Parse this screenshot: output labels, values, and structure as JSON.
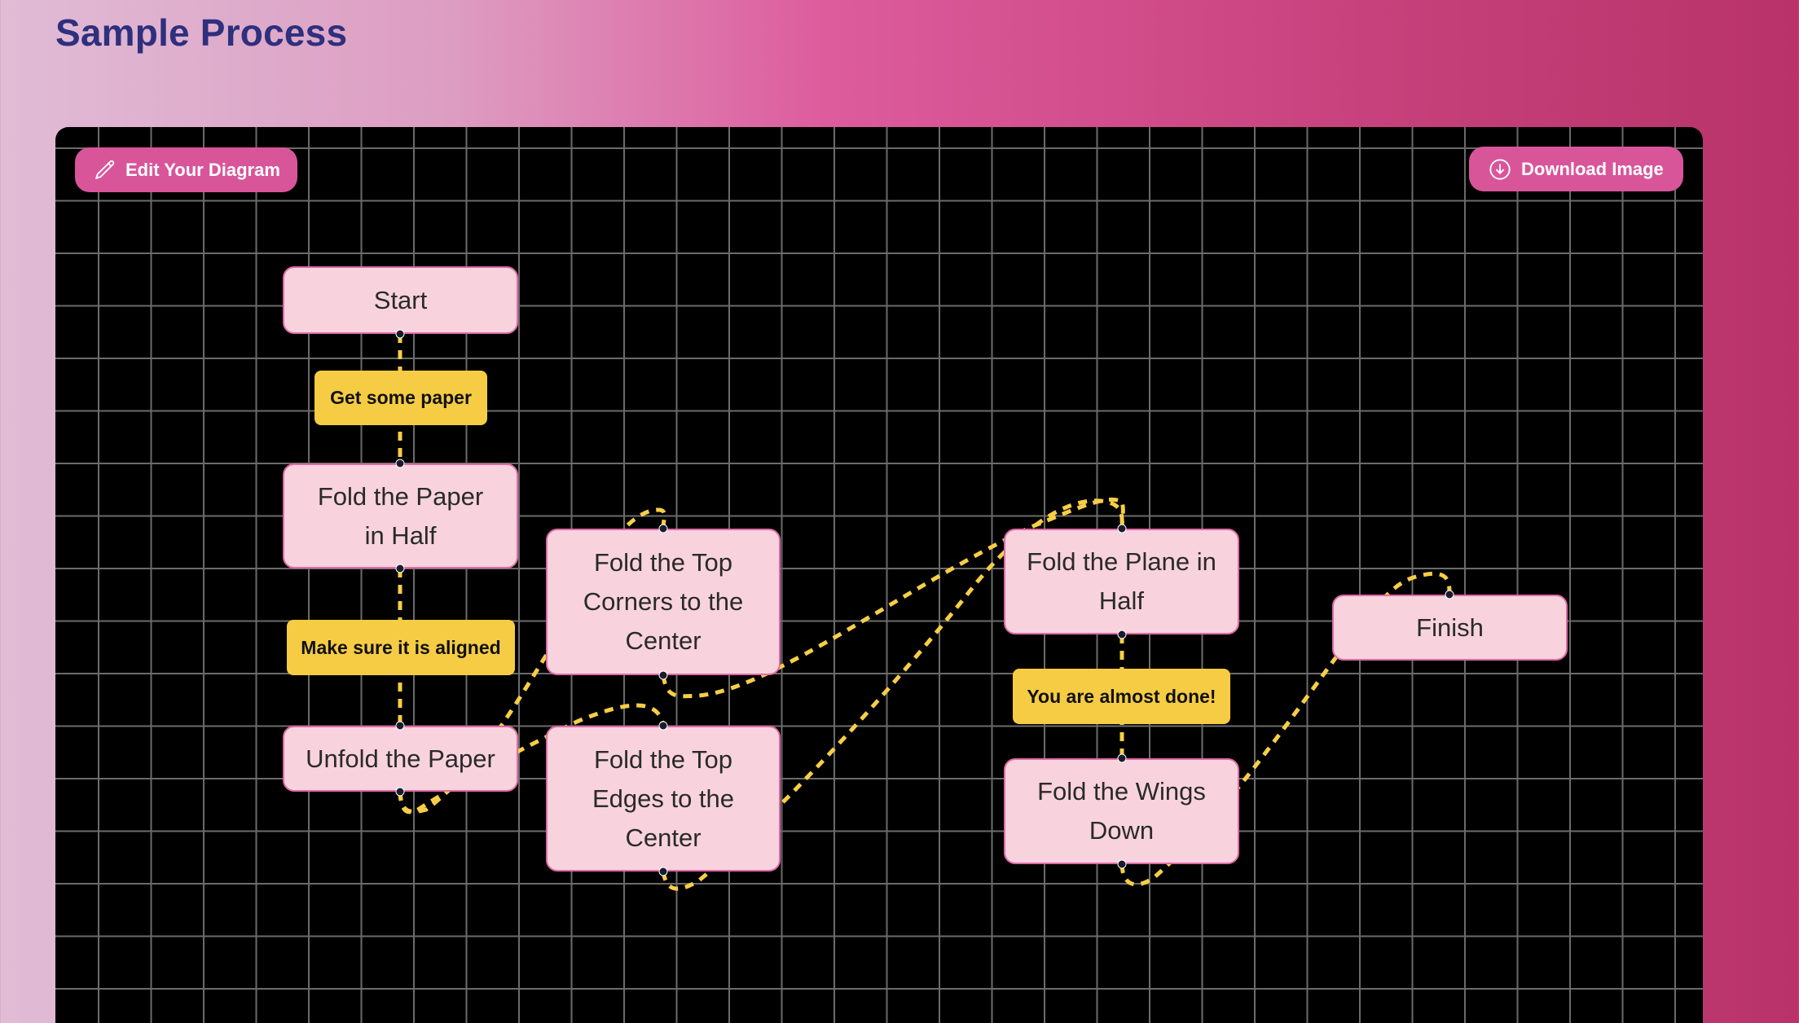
{
  "page": {
    "title": "Sample Process"
  },
  "toolbar": {
    "edit_label": "Edit Your Diagram",
    "edit_icon": "pencil-icon",
    "download_label": "Download Image",
    "download_icon": "download-circle-icon"
  },
  "colors": {
    "node_fill": "#F8D3DE",
    "node_border": "#E06AA6",
    "edge": "#F7CE46",
    "edge_label_fill": "#F6CC44",
    "button": "#D9559A",
    "title": "#2E2F7E",
    "canvas": "#000000"
  },
  "diagram": {
    "nodes": [
      {
        "id": "start",
        "label": "Start"
      },
      {
        "id": "fold-half",
        "label": "Fold the Paper in Half"
      },
      {
        "id": "unfold",
        "label": "Unfold the Paper"
      },
      {
        "id": "top-corners",
        "label": "Fold the Top Corners to the Center"
      },
      {
        "id": "top-edges",
        "label": "Fold the Top Edges to the Center"
      },
      {
        "id": "plane-half",
        "label": "Fold the Plane in Half"
      },
      {
        "id": "wings-down",
        "label": "Fold the Wings Down"
      },
      {
        "id": "finish",
        "label": "Finish"
      }
    ],
    "edges": [
      {
        "from": "start",
        "to": "fold-half",
        "label": "Get some paper"
      },
      {
        "from": "fold-half",
        "to": "unfold",
        "label": "Make sure it is aligned"
      },
      {
        "from": "unfold",
        "to": "top-corners",
        "label": ""
      },
      {
        "from": "unfold",
        "to": "top-edges",
        "label": ""
      },
      {
        "from": "top-corners",
        "to": "plane-half",
        "label": ""
      },
      {
        "from": "top-edges",
        "to": "plane-half",
        "label": ""
      },
      {
        "from": "plane-half",
        "to": "wings-down",
        "label": "You are almost done!"
      },
      {
        "from": "wings-down",
        "to": "finish",
        "label": ""
      }
    ]
  }
}
